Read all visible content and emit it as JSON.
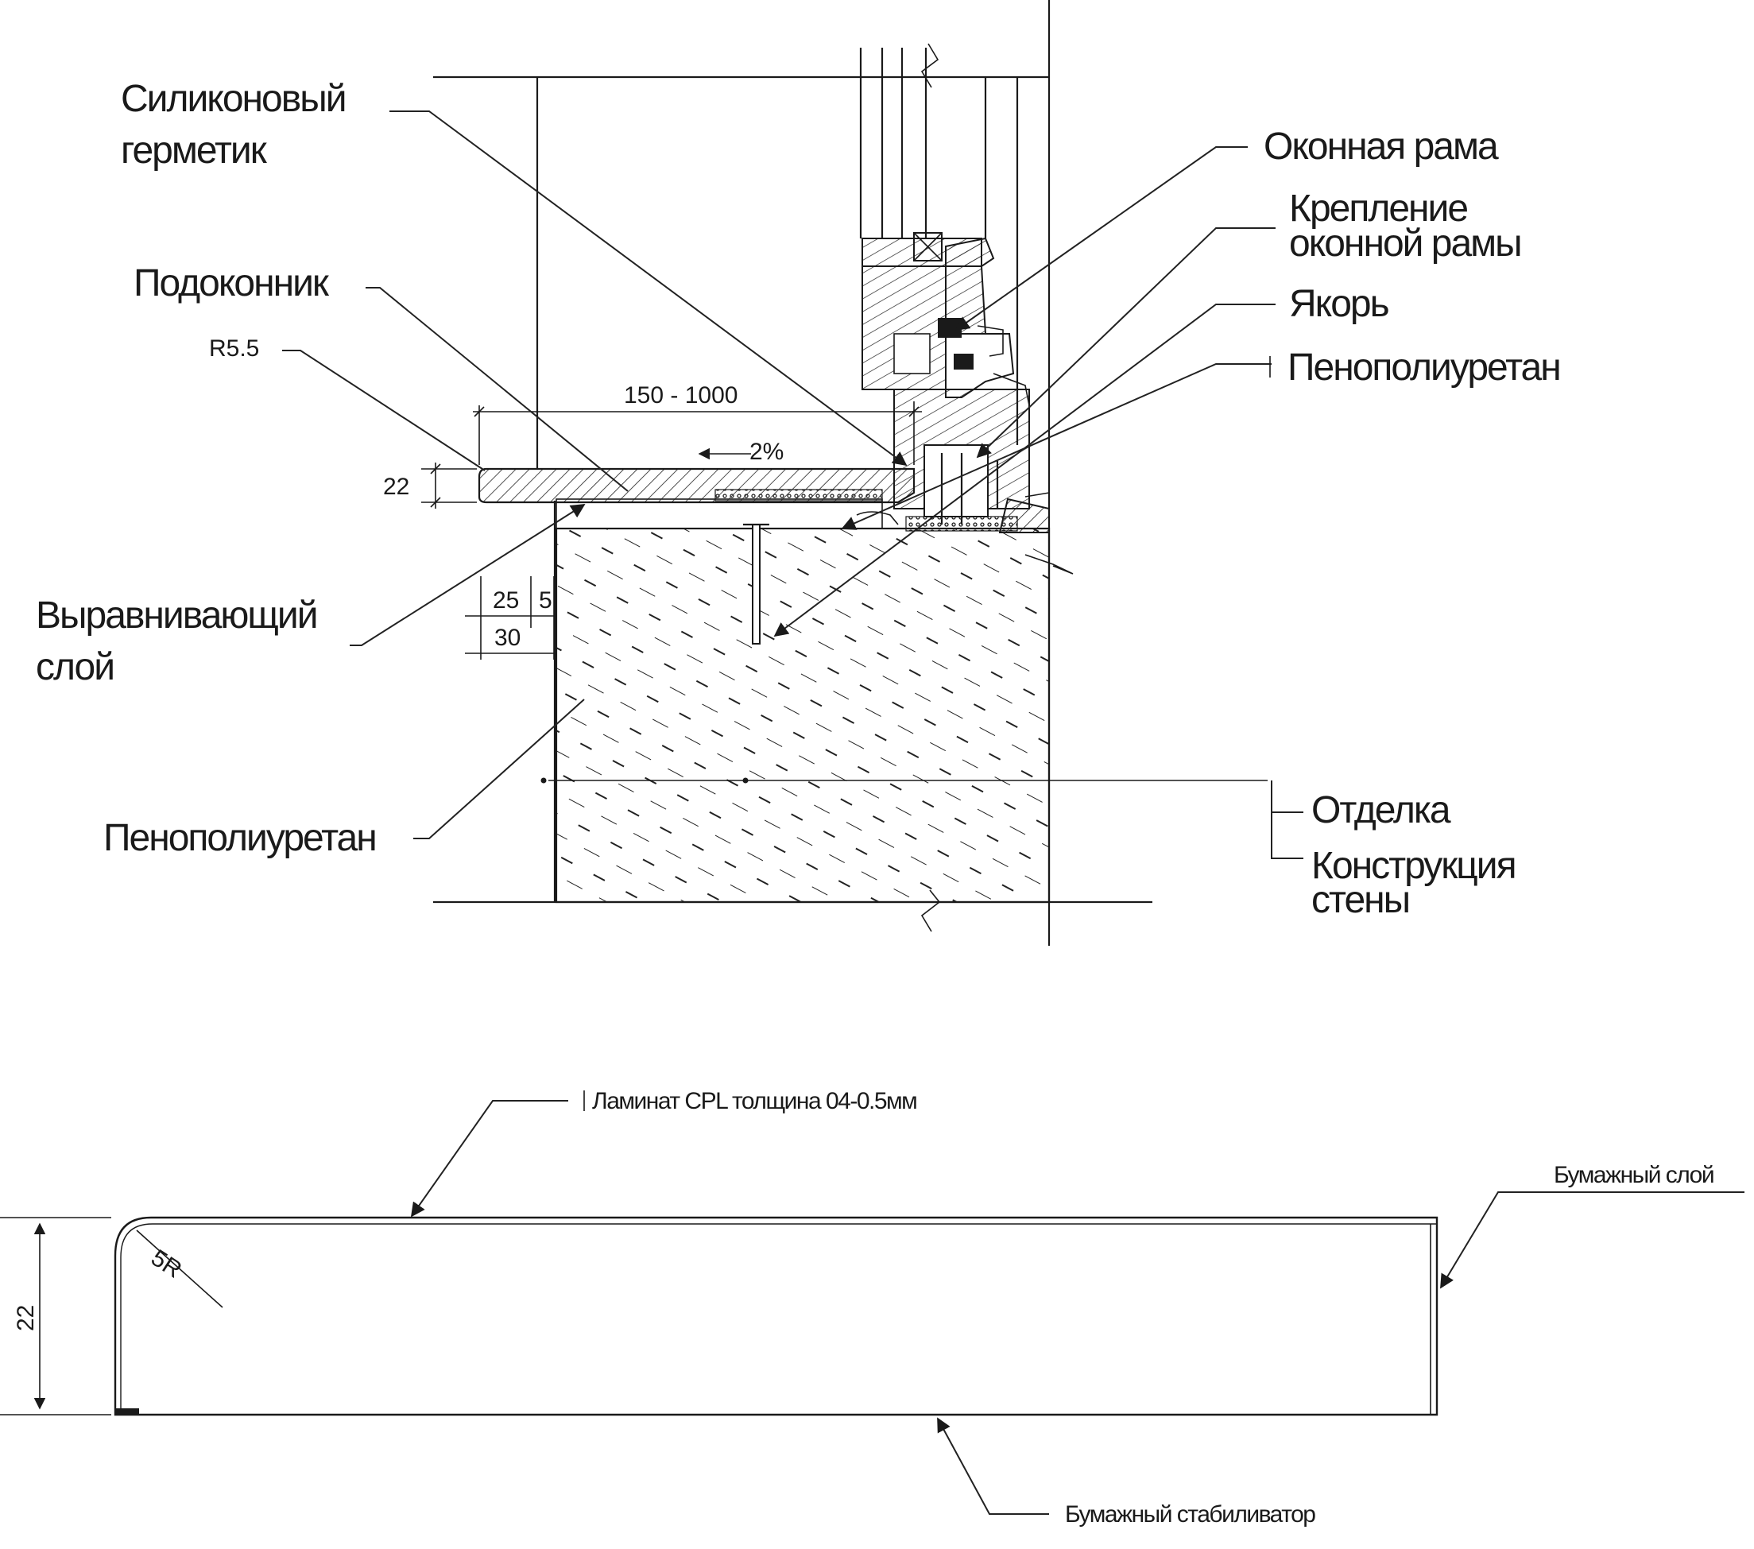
{
  "section": {
    "labels": {
      "silicone": [
        "Силиконовый",
        "герметик"
      ],
      "sill": "Подоконник",
      "radius": "R5.5",
      "leveling": [
        "Выравнивающий",
        "слой"
      ],
      "foam_left": "Пенополиуретан",
      "frame": "Оконная рама",
      "fixing": [
        "Крепление",
        "оконной рамы"
      ],
      "anchor": "Якорь",
      "foam_right": "Пенополиуретан",
      "finish": "Отделка",
      "wall": [
        "Конструкция",
        "стены"
      ]
    },
    "dims": {
      "width_range": "150 - 1000",
      "slope": "2%",
      "thickness": "22",
      "d25": "25",
      "d5": "5",
      "d30": "30"
    }
  },
  "profile": {
    "labels": {
      "laminate": "Ламинат CPL толщина 04-0.5мм",
      "paper_layer": "Бумажный слой",
      "paper_stabilizer": "Бумажный стабиливатор",
      "radius": "5R",
      "thickness": "22"
    }
  },
  "colors": {
    "ink": "#1a1a1a",
    "background": "#ffffff"
  }
}
